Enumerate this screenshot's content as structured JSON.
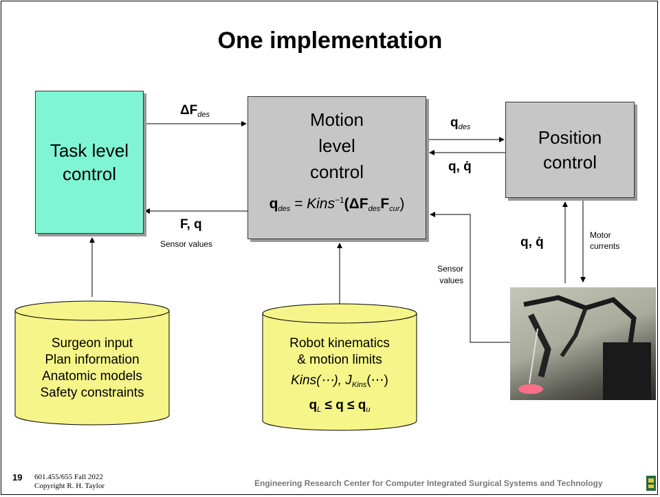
{
  "title": "One implementation",
  "boxes": {
    "task": [
      "Task level",
      "control"
    ],
    "motion": [
      "Motion",
      "level",
      "control"
    ],
    "position": [
      "Position",
      "control"
    ]
  },
  "labels": {
    "delta_f": "ΔF",
    "des": "des",
    "q_des": "q",
    "q_qdot": "q, q̇",
    "f_q": "F, q",
    "sensor_values": "Sensor values",
    "sensor_values_right": [
      "Sensor",
      "values"
    ],
    "motor_currents": [
      "Motor",
      "currents"
    ],
    "motion_eq": "q",
    "eq_rest": "= Kins",
    "eq_inv": "−1",
    "eq_paren": "(ΔF",
    "eq_fcur": "F",
    "cur": "cur",
    "eq_close": ")"
  },
  "cylinders": {
    "left": [
      "Surgeon input",
      "Plan information",
      "Anatomic models",
      "Safety constraints"
    ],
    "right": [
      "Robot kinematics",
      "& motion limits",
      "Kins(⋯), J",
      "Kins",
      "(⋯)",
      "q",
      "L",
      " ≤ q ≤ q",
      "u"
    ]
  },
  "footer": {
    "slide_number": "19",
    "course": "601.455/655 Fall 2022",
    "copyright": "Copyright R. H. Taylor",
    "center": "Engineering Research Center for Computer Integrated Surgical Systems and Technology"
  }
}
